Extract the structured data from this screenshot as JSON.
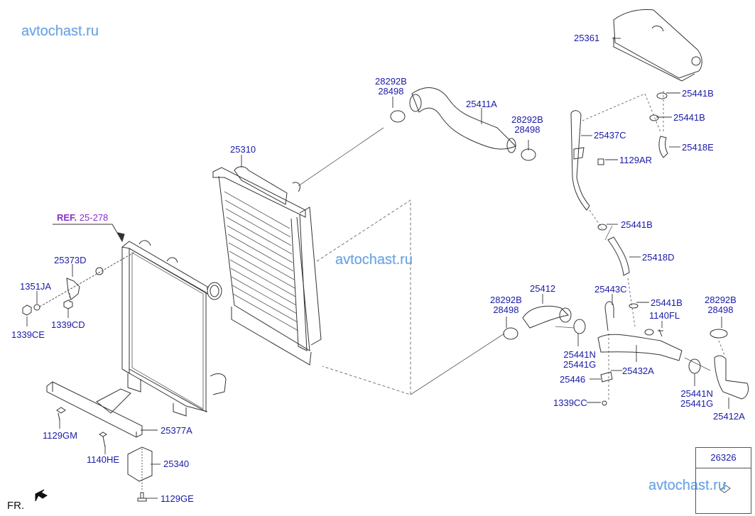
{
  "watermarks": [
    "avtochast.ru",
    "avtochast.ru",
    "avtochast.ru"
  ],
  "reference": {
    "prefix": "REF.",
    "code": "25-278"
  },
  "orientation": {
    "label": "FR."
  },
  "legend_box": {
    "part": "26326"
  },
  "parts": {
    "p25361": "25361",
    "p25441B_1": "25441B",
    "p25441B_2": "25441B",
    "p25418E": "25418E",
    "p25437C": "25437C",
    "p1129AR": "1129AR",
    "p25441B_3": "25441B",
    "p25418D": "25418D",
    "p25441B_4": "25441B",
    "p1140FL": "1140FL",
    "p25443C": "25443C",
    "p28292B_a": "28292B",
    "p28498_a": "28498",
    "p25411A": "25411A",
    "p28292B_b": "28292B",
    "p28498_b": "28498",
    "p25310": "25310",
    "p28292B_c": "28292B",
    "p28498_c": "28498",
    "p25412": "25412",
    "p25441N_1": "25441N",
    "p25441G_1": "25441G",
    "p25432A": "25432A",
    "p25446": "25446",
    "p1339CC": "1339CC",
    "p28292B_d": "28292B",
    "p28498_d": "28498",
    "p25441N_2": "25441N",
    "p25441G_2": "25441G",
    "p25412A": "25412A",
    "p25373D": "25373D",
    "p1351JA": "1351JA",
    "p1339CD": "1339CD",
    "p1339CE": "1339CE",
    "p1129GM": "1129GM",
    "p25377A": "25377A",
    "p1140HE": "1140HE",
    "p25340": "25340",
    "p1129GE": "1129GE"
  }
}
